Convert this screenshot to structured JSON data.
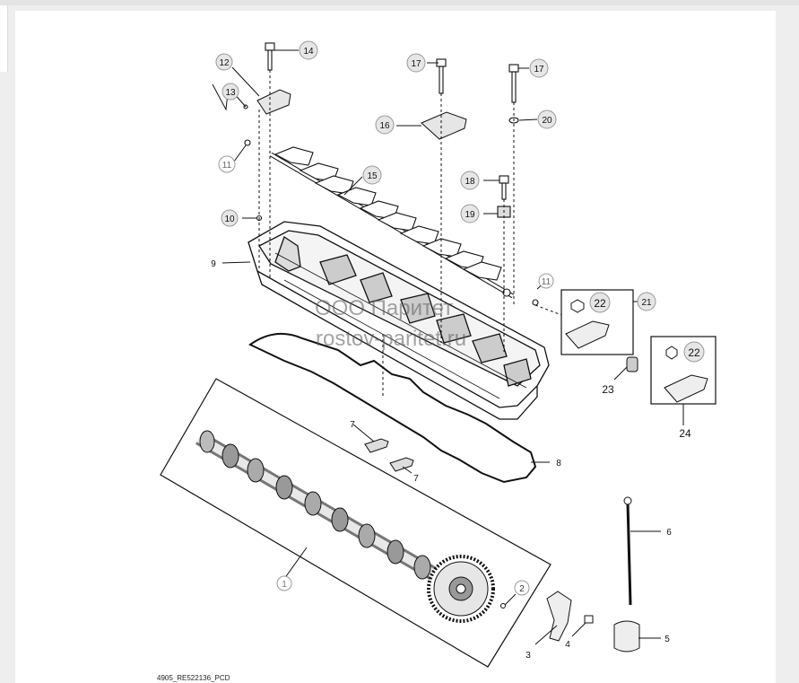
{
  "diagram": {
    "caption": "4905_RE522136_PCD",
    "watermark": {
      "line1": "ООО Паритет",
      "line2": "rostov-paritet.ru"
    },
    "callouts": {
      "c1": "1",
      "c2": "2",
      "c3": "3",
      "c4": "4",
      "c5": "5",
      "c6": "6",
      "c7a": "7",
      "c7b": "7",
      "c8": "8",
      "c9": "9",
      "c10": "10",
      "c11a": "11",
      "c11b": "11",
      "c12": "12",
      "c13": "13",
      "c14": "14",
      "c15": "15",
      "c16": "16",
      "c17a": "17",
      "c17b": "17",
      "c18": "18",
      "c19": "19",
      "c20": "20",
      "c21": "21",
      "c22a": "22",
      "c22b": "22",
      "c23": "23",
      "c24": "24"
    }
  }
}
